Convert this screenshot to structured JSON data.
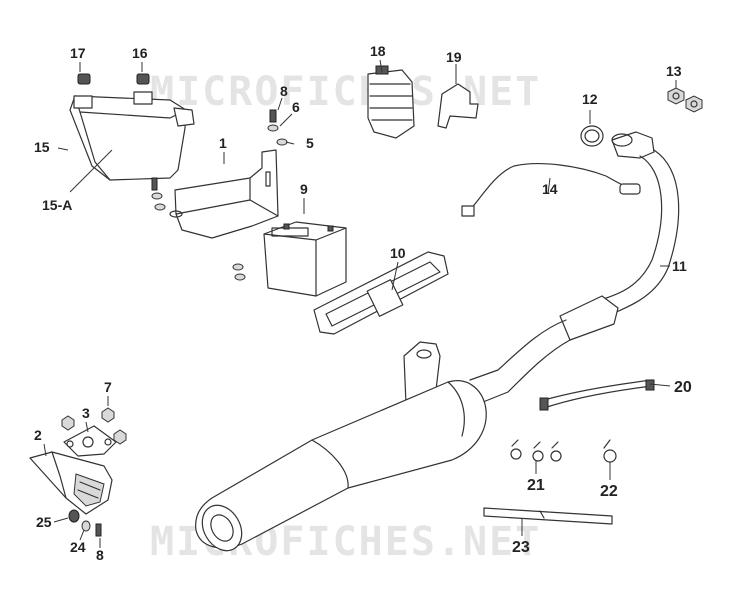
{
  "watermark": "MICROFICHES.NET",
  "callouts": {
    "c1": "1",
    "c2": "2",
    "c3": "3",
    "c5": "5",
    "c6": "6",
    "c7": "7",
    "c8a": "8",
    "c8b": "8",
    "c9": "9",
    "c10": "10",
    "c11": "11",
    "c12": "12",
    "c13": "13",
    "c14": "14",
    "c15": "15",
    "c15a": "15-A",
    "c16": "16",
    "c17": "17",
    "c18": "18",
    "c19": "19",
    "c20": "20",
    "c21": "21",
    "c22": "22",
    "c23": "23",
    "c24": "24",
    "c25": "25"
  }
}
